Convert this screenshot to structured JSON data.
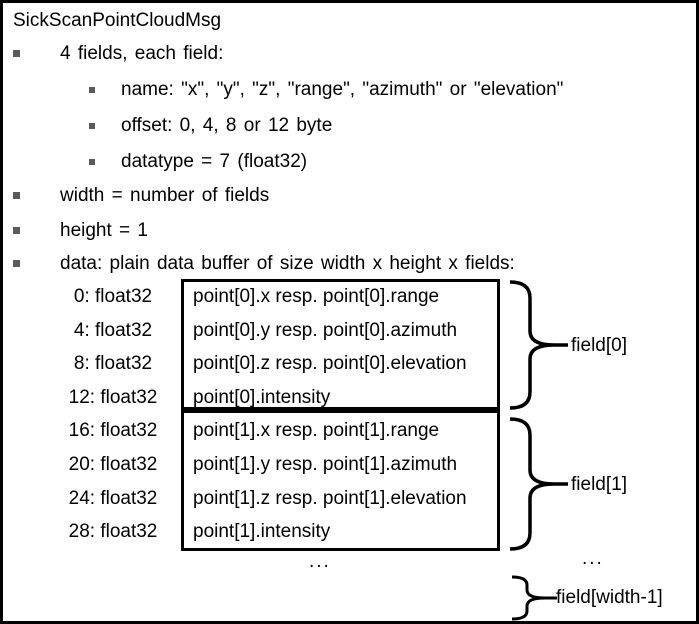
{
  "title": "SickScanPointCloudMsg",
  "bullets": [
    {
      "level": 1,
      "text": "4 fields, each field:"
    },
    {
      "level": 2,
      "text": "name: \"x\", \"y\", \"z\", \"range\", \"azimuth\" or \"elevation\""
    },
    {
      "level": 2,
      "text": "offset: 0, 4, 8 or 12 byte"
    },
    {
      "level": 2,
      "text": "datatype = 7 (float32)"
    },
    {
      "level": 1,
      "text": "width = number of fields"
    },
    {
      "level": 1,
      "text": "height = 1"
    },
    {
      "level": 1,
      "text": "data: plain data buffer of size width x height x fields:"
    }
  ],
  "buffer": {
    "blocks": [
      {
        "label": "field[0]",
        "rows": [
          {
            "offset": "0: float32",
            "value": "point[0].x resp. point[0].range"
          },
          {
            "offset": "4: float32",
            "value": "point[0].y resp. point[0].azimuth"
          },
          {
            "offset": "8: float32",
            "value": "point[0].z resp. point[0].elevation"
          },
          {
            "offset": "12: float32",
            "value": "point[0].intensity"
          }
        ]
      },
      {
        "label": "field[1]",
        "rows": [
          {
            "offset": "16: float32",
            "value": "point[1].x resp. point[1].range"
          },
          {
            "offset": "20: float32",
            "value": "point[1].y resp. point[1].azimuth"
          },
          {
            "offset": "24: float32",
            "value": "point[1].z resp. point[1].elevation"
          },
          {
            "offset": "28: float32",
            "value": "point[1].intensity"
          }
        ]
      }
    ],
    "ellipsis_center": "...",
    "ellipsis_right": "...",
    "last_field_label": "field[width-1]"
  },
  "colors": {
    "text": "#000000",
    "bullet_marker": "#5a5a5a",
    "border": "#000000",
    "background": "#ffffff"
  }
}
